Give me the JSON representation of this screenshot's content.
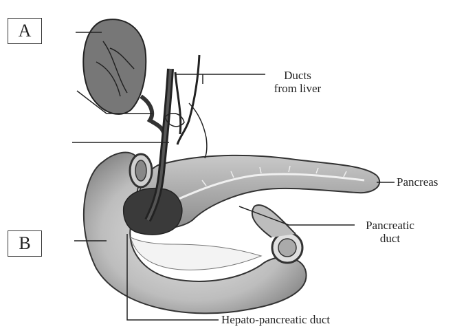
{
  "boxes": {
    "a": "A",
    "b": "B"
  },
  "labels": {
    "ducts_from_liver_1": "Ducts",
    "ducts_from_liver_2": "from liver",
    "pancreas": "Pancreas",
    "pancreatic_duct_1": "Pancreatic",
    "pancreatic_duct_2": "duct",
    "hepato_pancreatic_duct": "Hepato-pancreatic duct"
  }
}
